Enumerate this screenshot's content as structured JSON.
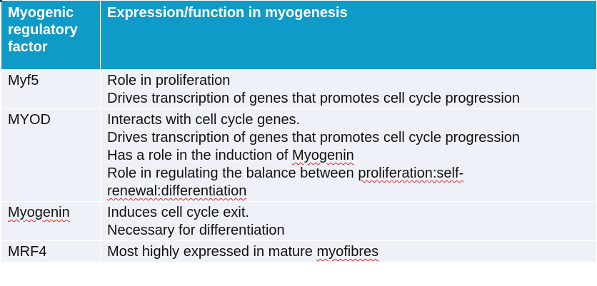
{
  "table": {
    "headers": [
      [
        "Myogenic",
        "regulatory",
        "factor"
      ],
      "Expression/function in myogenesis"
    ],
    "rows": [
      {
        "factor": "Myf5",
        "lines": [
          "Role in proliferation",
          "Drives transcription of genes that promotes cell cycle progression"
        ]
      },
      {
        "factor": "MYOD",
        "lines": [
          "Interacts with cell cycle genes.",
          "Drives transcription of genes that promotes cell cycle progression",
          "Has a role in the induction of Myogenin",
          "Role in regulating the balance between proliferation:self-renewal:differentiation"
        ]
      },
      {
        "factor": "Myogenin",
        "lines": [
          "Induces cell cycle exit.",
          "Necessary for differentiation"
        ]
      },
      {
        "factor": "MRF4",
        "lines": [
          "Most highly expressed in mature myofibres"
        ]
      }
    ]
  }
}
